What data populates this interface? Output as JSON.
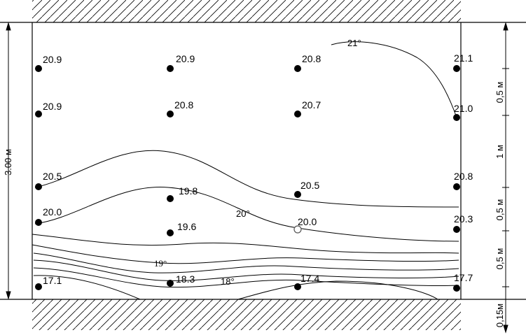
{
  "dimensions": {
    "height": "3.00 м",
    "left_segment": "0,5 м",
    "segment_1m": "1 м",
    "right_segment_mid": "0,5 м",
    "right_segment_low": "0,5 м",
    "floor_gap": "0,15м"
  },
  "measurements": [
    {
      "label": "20.9"
    },
    {
      "label": "20.9"
    },
    {
      "label": "20.8"
    },
    {
      "label": "21.1"
    },
    {
      "label": "20.9"
    },
    {
      "label": "20.8"
    },
    {
      "label": "20.7"
    },
    {
      "label": "21.0"
    },
    {
      "label": "20.5"
    },
    {
      "label": "19.8"
    },
    {
      "label": "20.5"
    },
    {
      "label": "20.8"
    },
    {
      "label": "20.0"
    },
    {
      "label": "19.6"
    },
    {
      "label": "20.0",
      "hollow": true
    },
    {
      "label": "20.3"
    },
    {
      "label": "17.1"
    },
    {
      "label": "18.3"
    },
    {
      "label": "17.4"
    },
    {
      "label": "17.7"
    }
  ],
  "isotherm_labels": {
    "t21": "21°",
    "t20": "20°",
    "t19": "19°",
    "t18": "18°"
  }
}
